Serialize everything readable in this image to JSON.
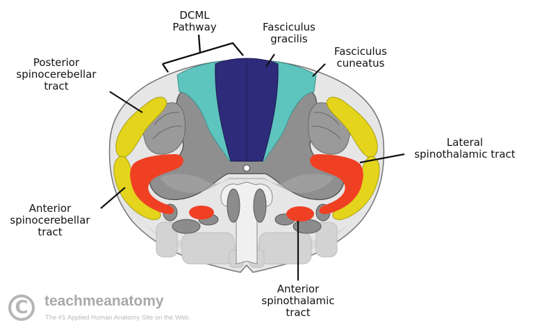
{
  "labels": {
    "dcml": [
      "DCML",
      "Pathway"
    ],
    "gracilis": [
      "Fasciculus",
      "gracilis"
    ],
    "cuneatus": [
      "Fasciculus",
      "cuneatus"
    ],
    "post_spinocerebellar": [
      "Posterior",
      "spinocerebellar",
      "tract"
    ],
    "lat_spinothalamic": [
      "Lateral",
      "spinothalamic tract"
    ],
    "ant_spinocerebellar": [
      "Anterior",
      "spinocerebellar",
      "tract"
    ],
    "ant_spinothalamic": [
      "Anterior",
      "spinothalamic",
      "tract"
    ]
  },
  "watermark": {
    "logo": "C",
    "name": "teachmeanatomy",
    "tagline": "The #1 Applied Human Anatomy Site on the Web."
  },
  "colors": {
    "fasciculus_gracilis": "#2d2b7a",
    "fasciculus_cuneatus": "#5ec4be",
    "spinocerebellar": "#e4d51c",
    "spinothalamic": "#ef4024",
    "grey_matter": "#8c8c8c",
    "white_matter": "#e4e4e4"
  }
}
